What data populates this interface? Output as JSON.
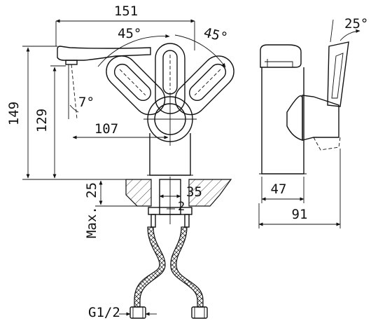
{
  "dimensions": {
    "width_151": "151",
    "angle_45_left": "45°",
    "angle_45_right": "45°",
    "angle_25": "25°",
    "height_149": "149",
    "height_129": "129",
    "angle_7": "7°",
    "reach_107": "107",
    "max_25": "Max. 25",
    "dia_35": "35",
    "dia_2": "2",
    "base_47": "47",
    "depth_91": "91",
    "thread_g12": "G1/2"
  }
}
